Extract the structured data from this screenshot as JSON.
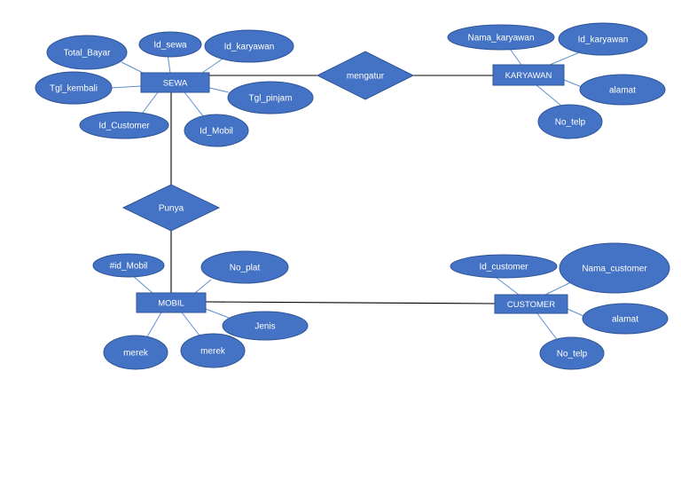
{
  "entities": {
    "sewa": "SEWA",
    "karyawan": "KARYAWAN",
    "mobil": "MOBIL",
    "customer": "CUSTOMER"
  },
  "relationships": {
    "mengatur": "mengatur",
    "punya": "Punya"
  },
  "attributes": {
    "sewa": {
      "total_bayar": "Total_Bayar",
      "id_sewa": "Id_sewa",
      "id_karyawan": "Id_karyawan",
      "tgl_kembali": "Tgl_kembali",
      "tgl_pinjam": "Tgl_pinjam",
      "id_customer": "Id_Customer",
      "id_mobil": "Id_Mobil"
    },
    "karyawan": {
      "nama_karyawan": "Nama_karyawan",
      "id_karyawan": "Id_karyawan",
      "alamat": "alamat",
      "no_telp": "No_telp"
    },
    "mobil": {
      "id_mobil": "#id_Mobil",
      "no_plat": "No_plat",
      "jenis": "Jenis",
      "merek_1": "merek",
      "merek_2": "merek"
    },
    "customer": {
      "id_customer": "Id_customer",
      "nama_customer": "Nama_customer",
      "alamat": "alamat",
      "no_telp": "No_telp"
    }
  },
  "colors": {
    "shape_fill": "#4472c4",
    "shape_border": "#2f5597",
    "attribute_line": "#5b8fd0",
    "relationship_line": "#000000",
    "text": "#ffffff"
  }
}
